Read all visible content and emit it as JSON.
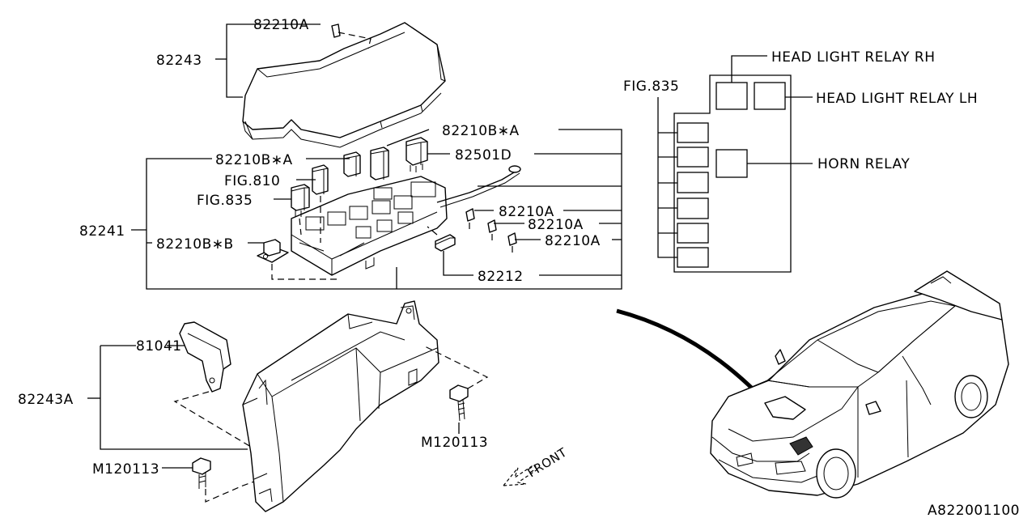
{
  "labels": {
    "cover_clip": "82210A",
    "cover": "82243",
    "relay_a_top": "82210B∗A",
    "relay_a_left": "82210B∗A",
    "relay_501d": "82501D",
    "fig810": "FIG.810",
    "fig835_left": "FIG.835",
    "fuse_box": "82241",
    "fuse_a1": "82210A",
    "fuse_a2": "82210A",
    "fuse_a3": "82210A",
    "relay_b": "82210B∗B",
    "fuse_puller": "82212",
    "bracket": "81041",
    "lower_case": "82243A",
    "bolt_right": "M120113",
    "bolt_left": "M120113",
    "front": "FRONT",
    "fig835_right": "FIG.835",
    "head_light_rh": "HEAD LIGHT RELAY RH",
    "head_light_lh": "HEAD LIGHT RELAY LH",
    "horn_relay": "HORN RELAY",
    "diagram_id": "A822001100"
  }
}
